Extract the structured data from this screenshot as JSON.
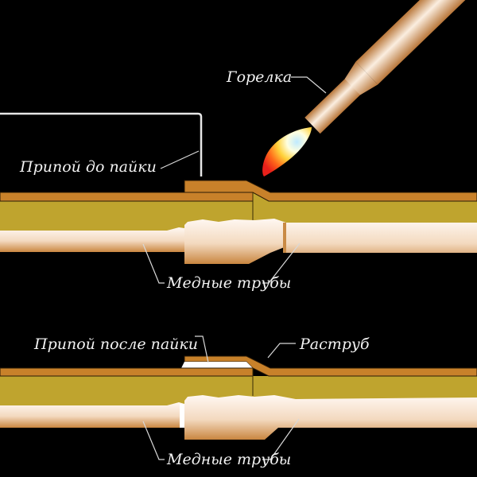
{
  "title": "Пайка медных труб",
  "labels": {
    "torch": "Горелка",
    "solder_before": "Припой до пайки",
    "copper_pipes_top": "Медные трубы",
    "solder_after": "Припой после пайки",
    "socket": "Раструб",
    "copper_pipes_bottom": "Медные трубы"
  },
  "colors": {
    "background": "#000000",
    "tube_wall": "#c8812a",
    "tube_section": "#bfa42e",
    "pipe_light": "#fbefe4",
    "pipe_dark": "#c98a45",
    "solder": "#ffffff"
  }
}
